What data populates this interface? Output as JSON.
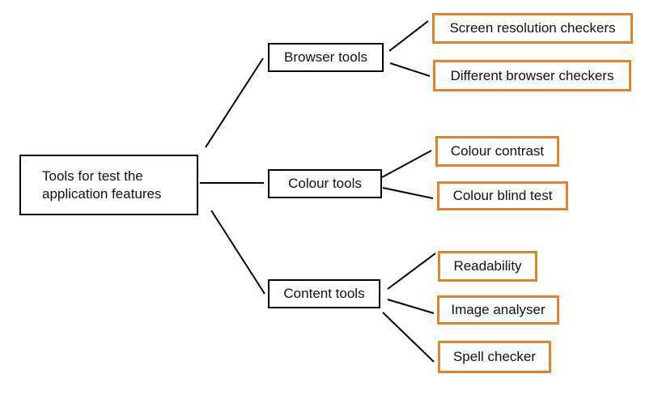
{
  "diagram": {
    "root": {
      "line1": "Tools for test the",
      "line2": "application features"
    },
    "groups": [
      {
        "label": "Browser tools",
        "items": [
          "Screen resolution checkers",
          "Different browser checkers"
        ]
      },
      {
        "label": "Colour tools",
        "items": [
          "Colour contrast",
          "Colour blind test"
        ]
      },
      {
        "label": "Content tools",
        "items": [
          "Readability",
          "Image analyser",
          "Spell checker"
        ]
      }
    ]
  },
  "colors": {
    "root_border": "#000000",
    "group_border": "#000000",
    "leaf_border": "#e0832d",
    "connector": "#000000"
  }
}
